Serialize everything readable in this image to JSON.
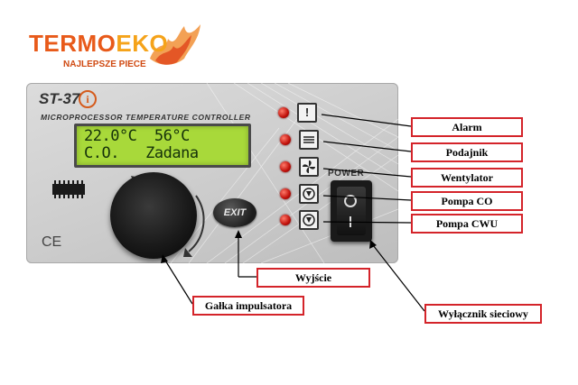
{
  "logo": {
    "brand_part1": "TERMO",
    "brand_part2": "EKO",
    "tagline": "NAJLEPSZE PIECE",
    "colors": {
      "primary": "#e85a1a",
      "secondary": "#f5a31a"
    }
  },
  "device": {
    "model": "ST-37",
    "info_icon": "i",
    "subtitle": "MICROPROCESSOR TEMPERATURE CONTROLLER",
    "lcd": {
      "line1": "22.0°C  56°C",
      "line2": "C.O.   Zadana"
    },
    "exit_label": "EXIT",
    "power_label": "POWER",
    "ce_mark": "CE",
    "indicators": [
      {
        "name": "alarm",
        "icon": "exclamation-icon",
        "glyph": "!"
      },
      {
        "name": "podajnik",
        "icon": "feeder-icon",
        "glyph": ""
      },
      {
        "name": "wentylator",
        "icon": "fan-icon",
        "glyph": ""
      },
      {
        "name": "pompa-co",
        "icon": "pump-icon",
        "glyph": ""
      },
      {
        "name": "pompa-cwu",
        "icon": "pump-icon",
        "glyph": ""
      }
    ]
  },
  "callouts": {
    "alarm": "Alarm",
    "podajnik": "Podajnik",
    "wentylator": "Wentylator",
    "pompa_co": "Pompa CO",
    "pompa_cwu": "Pompa CWU",
    "wyjscie": "Wyjście",
    "galka": "Gałka impulsatora",
    "wylacznik": "Wyłącznik sieciowy"
  },
  "colors": {
    "callout_border": "#d4242a",
    "led": "#c0100a",
    "lcd_background": "#a8d93a"
  }
}
